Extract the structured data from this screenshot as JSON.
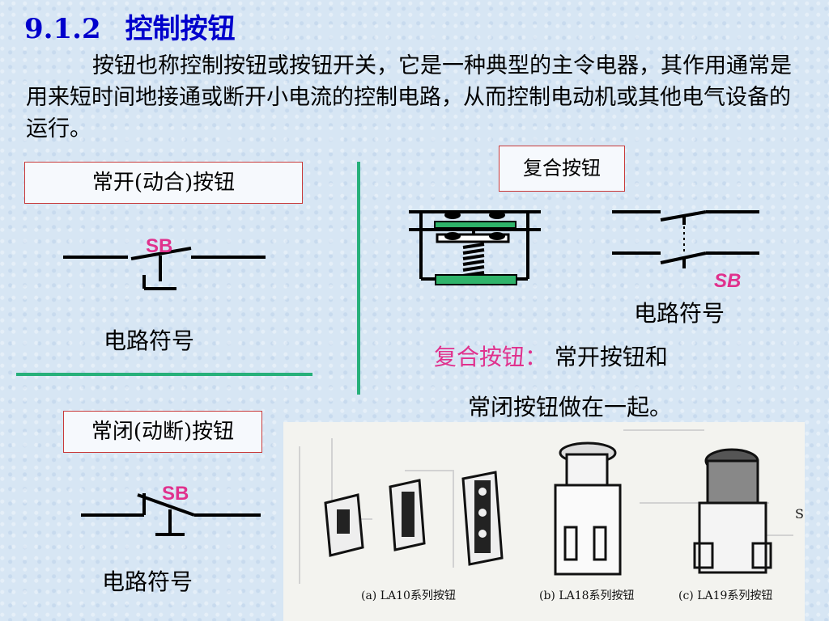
{
  "title": {
    "number": "9.1.2",
    "text": "控制按钮"
  },
  "intro": "按钮也称控制按钮或按钮开关，它是一种典型的主令电器，其作用通常是用来短时间地接通或断开小电流的控制电路，从而控制电动机或其他电气设备的运行。",
  "normally_open": {
    "label": "常开(动合)按钮",
    "symbol": "SB",
    "caption": "电路符号"
  },
  "compound": {
    "label": "复合按钮",
    "symbol": "SB",
    "caption": "电路符号",
    "desc_highlight": "复合按钮：",
    "desc_line1": "常开按钮和",
    "desc_line2": "常闭按钮做在一起。"
  },
  "normally_closed": {
    "label": "常闭(动断)按钮",
    "symbol": "SB",
    "caption": "电路符号"
  },
  "photo": {
    "captions": [
      "(a) LA10系列按钮",
      "(b) LA18系列按钮",
      "(c) LA19系列按钮"
    ],
    "edge_letter": "S"
  },
  "colors": {
    "title": "#0000cc",
    "accent": "#e0318d",
    "box_border": "#c83a3a",
    "divider": "#27b07a",
    "switch_body": "#2fb36a"
  }
}
